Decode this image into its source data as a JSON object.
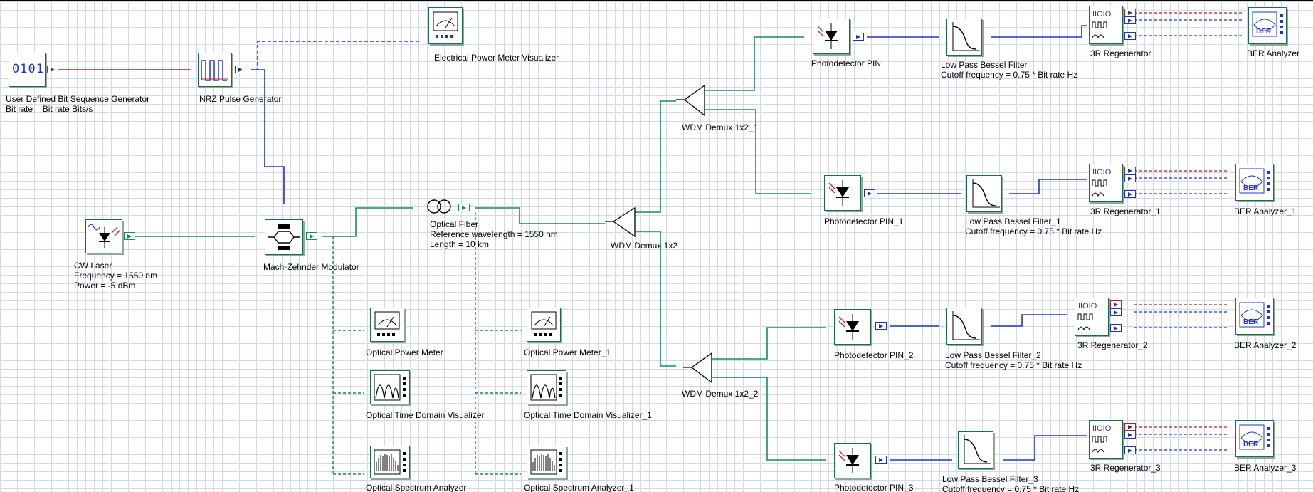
{
  "components": {
    "bitgen": {
      "name": "User Defined Bit Sequence Generator",
      "param": "Bit rate = Bit rate  Bits/s",
      "glyph": "0101"
    },
    "nrz": {
      "name": "NRZ Pulse Generator"
    },
    "epm": {
      "name": "Electrical Power Meter Visualizer"
    },
    "laser": {
      "name": "CW Laser",
      "param1": "Frequency = 1550  nm",
      "param2": "Power = -5  dBm"
    },
    "mzm": {
      "name": "Mach-Zehnder Modulator"
    },
    "fiber": {
      "name": "Optical Fiber",
      "param1": "Reference wavelength = 1550  nm",
      "param2": "Length = 10  km"
    },
    "demux": {
      "name": "WDM Demux 1x2"
    },
    "demux1": {
      "name": "WDM Demux 1x2_1"
    },
    "demux2": {
      "name": "WDM Demux 1x2_2"
    },
    "opm": {
      "name": "Optical Power Meter"
    },
    "opm1": {
      "name": "Optical Power Meter_1"
    },
    "otdv": {
      "name": "Optical Time Domain Visualizer"
    },
    "otdv1": {
      "name": "Optical Time Domain Visualizer_1"
    },
    "osa": {
      "name": "Optical Spectrum Analyzer"
    },
    "osa1": {
      "name": "Optical Spectrum Analyzer_1"
    },
    "pin0": {
      "name": "Photodetector PIN"
    },
    "pin1": {
      "name": "Photodetector PIN_1"
    },
    "pin2": {
      "name": "Photodetector PIN_2"
    },
    "pin3": {
      "name": "Photodetector PIN_3"
    },
    "lpf0": {
      "name": "Low Pass Bessel Filter",
      "param": "Cutoff frequency = 0.75 * Bit rate  Hz"
    },
    "lpf1": {
      "name": "Low Pass Bessel Filter_1",
      "param": "Cutoff frequency = 0.75 * Bit rate  Hz"
    },
    "lpf2": {
      "name": "Low Pass Bessel Filter_2",
      "param": "Cutoff frequency = 0.75 * Bit rate  Hz"
    },
    "lpf3": {
      "name": "Low Pass Bessel Filter_3",
      "param": "Cutoff frequency = 0.75 * Bit rate  Hz"
    },
    "reg0": {
      "name": "3R Regenerator"
    },
    "reg1": {
      "name": "3R Regenerator_1"
    },
    "reg2": {
      "name": "3R Regenerator_2"
    },
    "reg3": {
      "name": "3R Regenerator_3"
    },
    "ber0": {
      "name": "BER Analyzer",
      "glyph": "BER"
    },
    "ber1": {
      "name": "BER Analyzer_1",
      "glyph": "BER"
    },
    "ber2": {
      "name": "BER Analyzer_2",
      "glyph": "BER"
    },
    "ber3": {
      "name": "BER Analyzer_3",
      "glyph": "BER"
    }
  },
  "colors": {
    "electrical": "#2233cc",
    "optical": "#1a8a5a",
    "binary": "#b22222",
    "grid": "#d3d8e8"
  }
}
